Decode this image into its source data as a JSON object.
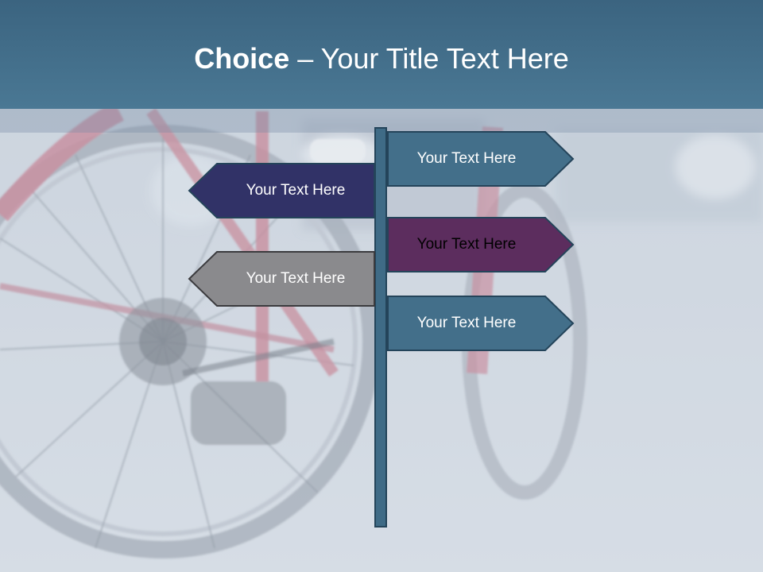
{
  "slide": {
    "title_bold": "Choice",
    "title_rest": " – Your Title Text Here"
  },
  "signs": [
    {
      "label": "Your Text Here",
      "direction": "right",
      "fill": "#436f8a",
      "text_color": "#ffffff"
    },
    {
      "label": "Your Text Here",
      "direction": "left",
      "fill": "#313267",
      "text_color": "#ffffff"
    },
    {
      "label": "Your Text Here",
      "direction": "right",
      "fill": "#5c2d5e",
      "text_color": "#000000"
    },
    {
      "label": "Your Text Here",
      "direction": "left",
      "fill": "#8a8a8d",
      "text_color": "#ffffff"
    },
    {
      "label": "Your Text Here",
      "direction": "right",
      "fill": "#436f8a",
      "text_color": "#ffffff"
    }
  ],
  "colors": {
    "title_bar": "#3f6b86",
    "pole": "#3f6b86",
    "sign_border": "#24445a"
  }
}
